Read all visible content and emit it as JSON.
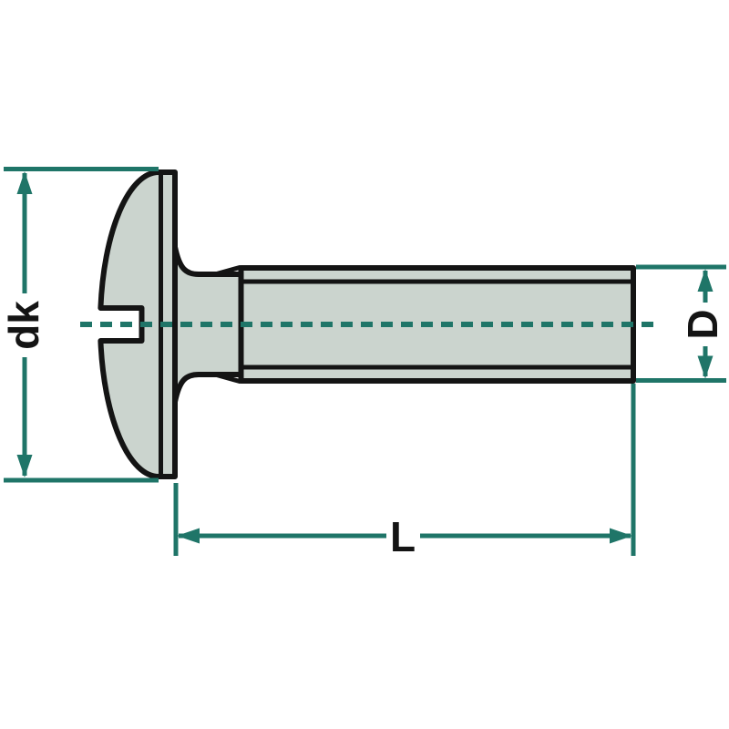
{
  "drawing": {
    "labels": {
      "head_diameter": "dk",
      "shaft_diameter": "D",
      "length": "L"
    },
    "colors": {
      "dimension": "#1F7568",
      "outline": "#141414",
      "part_fill": "#CBD4CE",
      "background": "#FFFFFF"
    }
  }
}
